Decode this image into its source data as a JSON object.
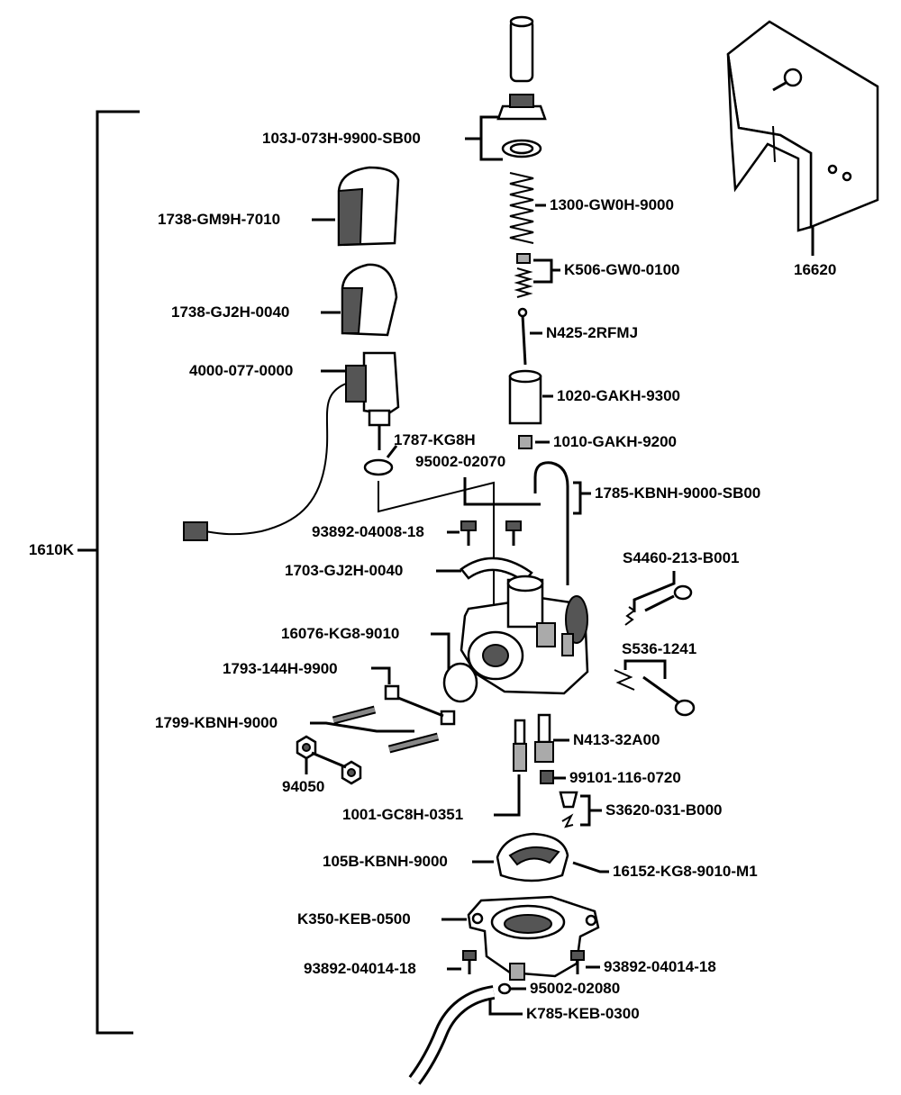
{
  "colors": {
    "ink": "#000000",
    "background": "#ffffff",
    "shade": "#555555"
  },
  "assembly": {
    "label": "1610K"
  },
  "labels": {
    "cap_set": "103J-073H-9900-SB00",
    "spring": "1300-GW0H-9000",
    "clip_set": "K506-GW0-0100",
    "needle": "N425-2RFMJ",
    "piston": "1020-GAKH-9300",
    "nozzle": "1010-GAKH-9200",
    "oring_small": "1787-KG8H",
    "tube_clip": "95002-02070",
    "tube_set": "1785-KBNH-9000-SB00",
    "cover_large": "1738-GM9H-7010",
    "cover_small": "1738-GJ2H-0040",
    "autochoke": "4000-077-0000",
    "bracket": "16620",
    "screws_top": "93892-04008-18",
    "plate": "1703-GJ2H-0040",
    "screw_set_a": "S4460-213-B001",
    "body_gasket": "16076-KG8-9010",
    "screw_set_b": "S536-1241",
    "washer": "1793-144H-9900",
    "studs": "1799-KBNH-9000",
    "nut": "94050",
    "main_jet_holder": "N413-32A00",
    "main_jet": "99101-116-0720",
    "slow_jet": "1001-GC8H-0351",
    "float_valve": "S3620-031-B000",
    "float": "105B-KBNH-9000",
    "float_pin": "16152-KG8-9010-M1",
    "float_bowl": "K350-KEB-0500",
    "bowl_screw_left": "93892-04014-18",
    "bowl_screw_right": "93892-04014-18",
    "drain_clip": "95002-02080",
    "drain_tube": "K785-KEB-0300"
  }
}
